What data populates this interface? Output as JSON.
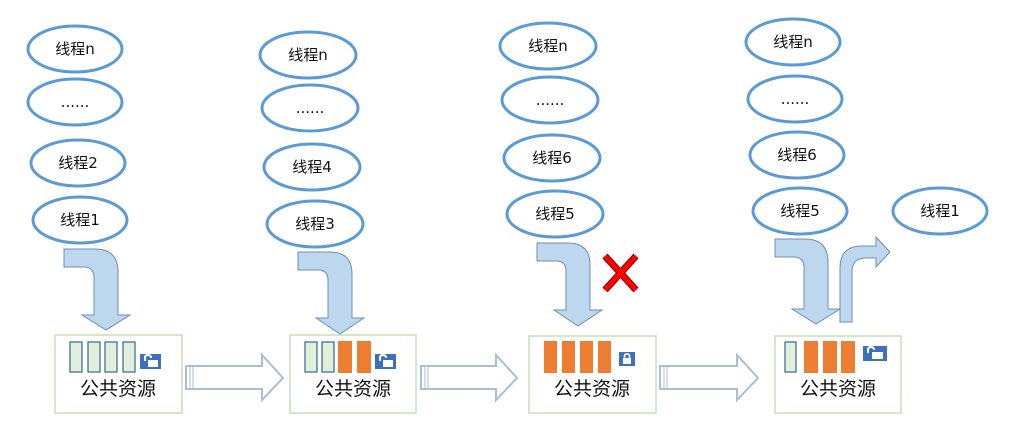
{
  "diagram": {
    "resource_label": "公共资源",
    "colors": {
      "thread_outline": "#5b9bd5",
      "slot_free": "#e2efda",
      "slot_used": "#ed7d31",
      "arrow_fill": "#bdd7ee",
      "lock_bg": "#3f6fbf",
      "reject_mark": "#ff0000",
      "box_border": "#c5e0b4"
    },
    "stages": [
      {
        "threads": [
          "线程n",
          "......",
          "线程2",
          "线程1"
        ],
        "slots": [
          "free",
          "free",
          "free",
          "free"
        ],
        "lock": "unlocked",
        "incoming": true,
        "rejected": false
      },
      {
        "threads": [
          "线程n",
          "......",
          "线程4",
          "线程3"
        ],
        "slots": [
          "free",
          "free",
          "used",
          "used"
        ],
        "lock": "unlocked",
        "incoming": true,
        "rejected": false
      },
      {
        "threads": [
          "线程n",
          "......",
          "线程6",
          "线程5"
        ],
        "slots": [
          "used",
          "used",
          "used",
          "used"
        ],
        "lock": "locked",
        "incoming": true,
        "rejected": true
      },
      {
        "threads": [
          "线程n",
          "......",
          "线程6",
          "线程5"
        ],
        "slots": [
          "free",
          "used",
          "used",
          "used"
        ],
        "lock": "unlocked",
        "incoming": true,
        "rejected": false,
        "released_thread": "线程1"
      }
    ]
  }
}
